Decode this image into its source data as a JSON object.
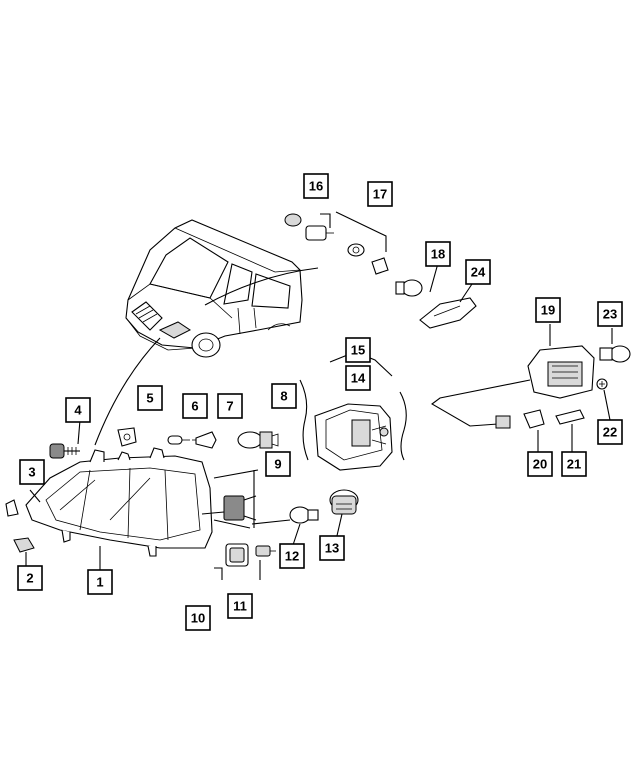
{
  "diagram": {
    "colors": {
      "ink": "#000000",
      "paper": "#ffffff",
      "shade": "#d9d9d9"
    },
    "callouts": [
      "1",
      "2",
      "3",
      "4",
      "5",
      "6",
      "7",
      "8",
      "9",
      "10",
      "11",
      "12",
      "13",
      "14",
      "15",
      "16",
      "17",
      "18",
      "19",
      "20",
      "21",
      "22",
      "23",
      "24"
    ]
  }
}
